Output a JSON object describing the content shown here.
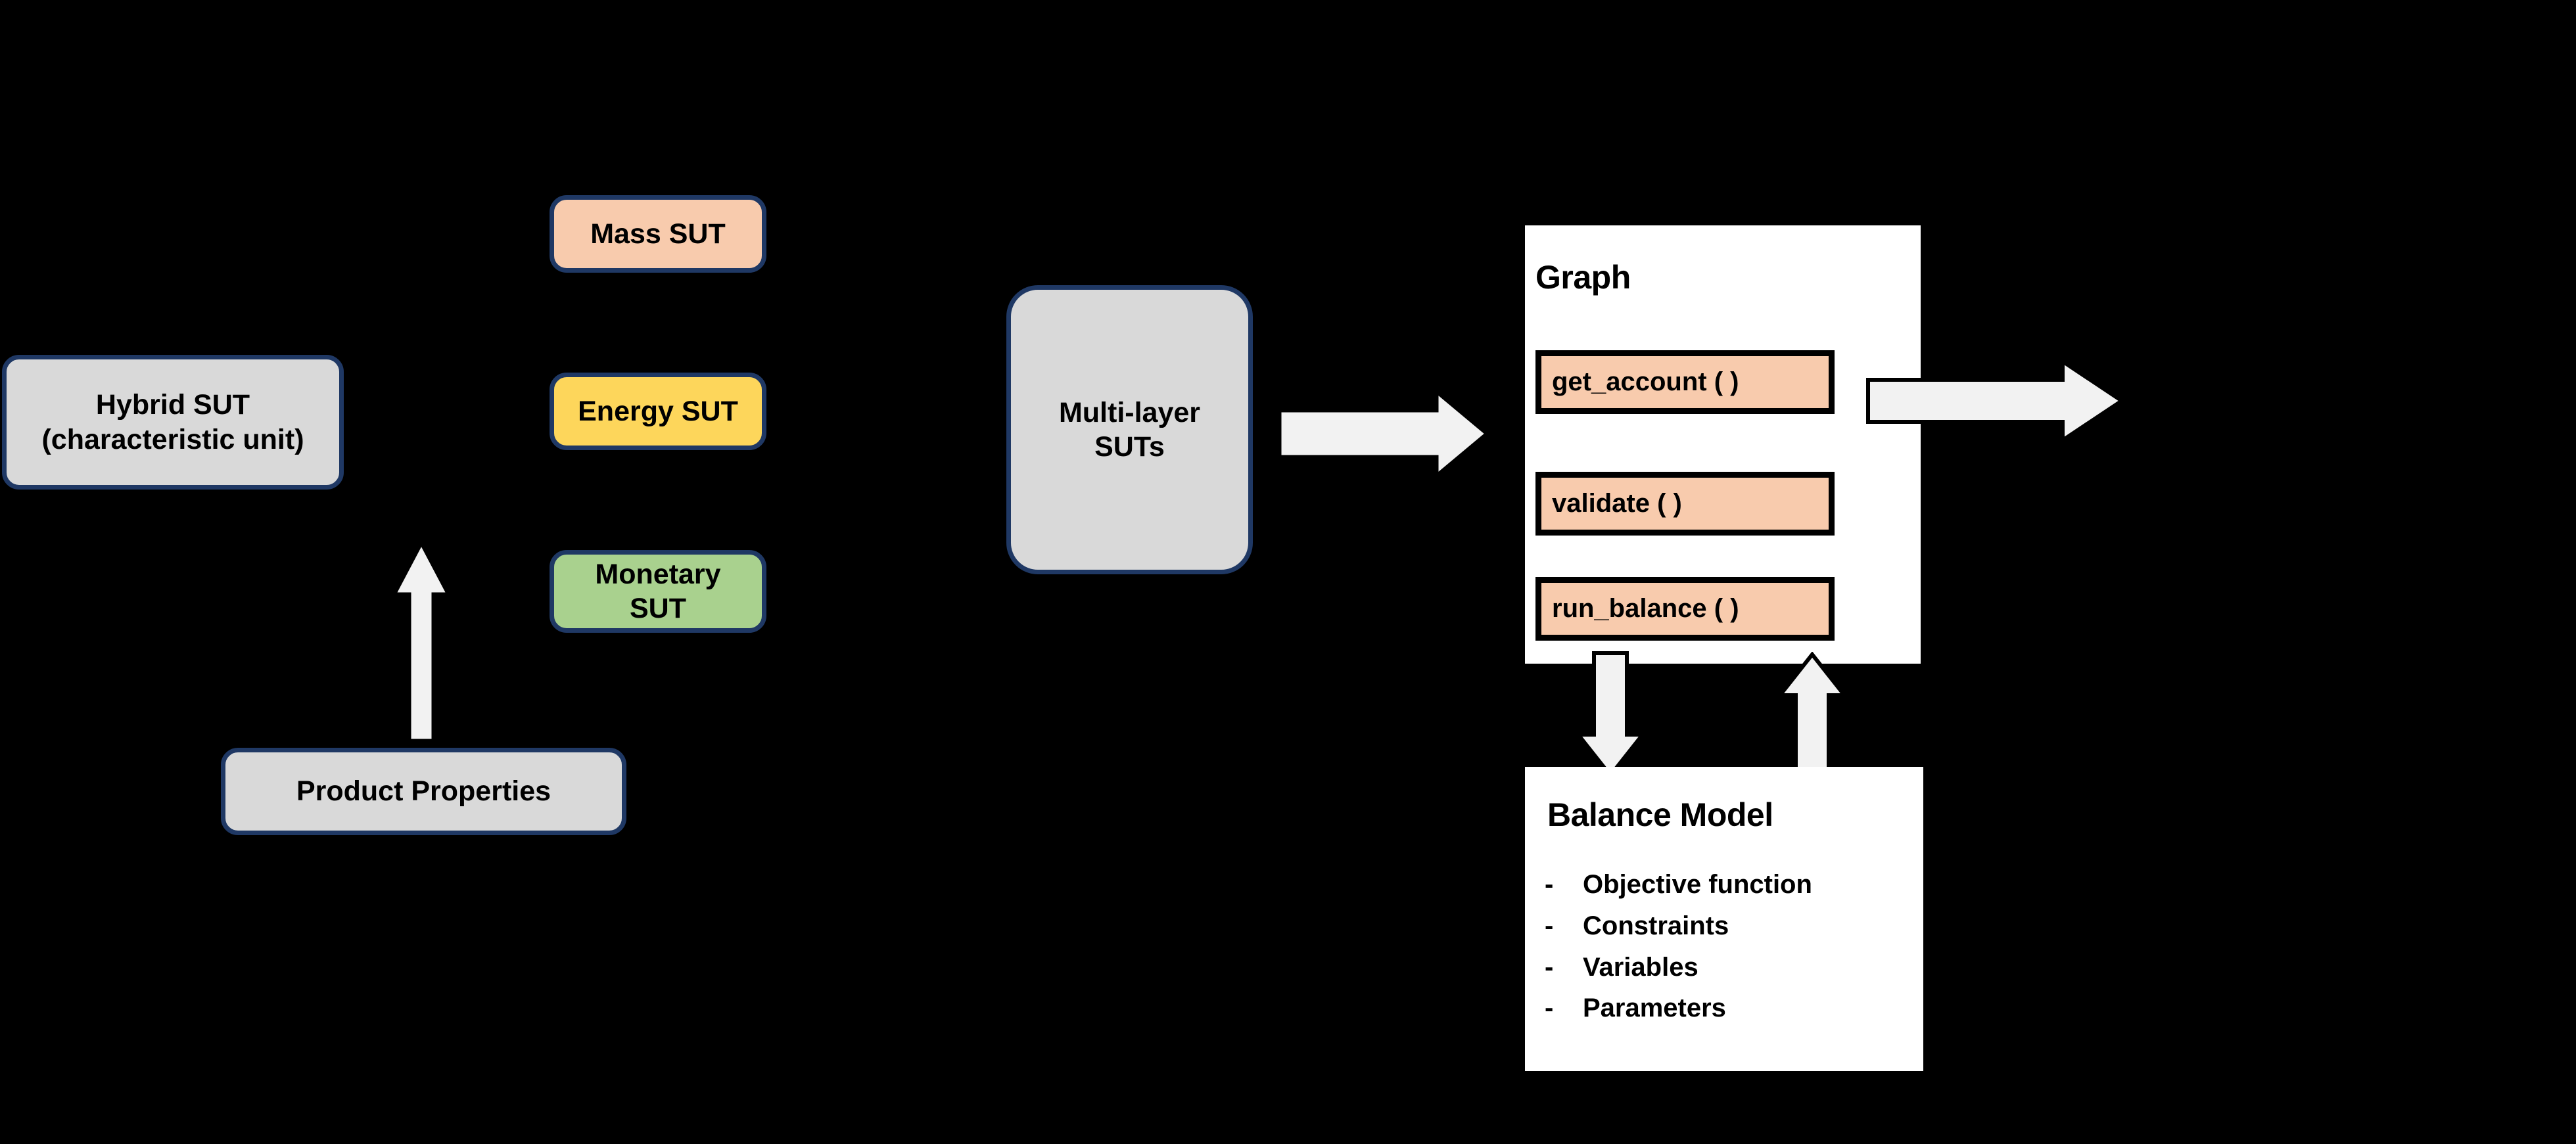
{
  "diagram": {
    "nodes": {
      "hybrid_sut": "Hybrid SUT\n(characteristic unit)",
      "hybrid_sut_line1": "Hybrid SUT",
      "hybrid_sut_line2": "(characteristic unit)",
      "mass_sut": "Mass SUT",
      "energy_sut": "Energy SUT",
      "monetary_sut_line1": "Monetary",
      "monetary_sut_line2": "SUT",
      "product_properties": "Product Properties",
      "multilayer_suts_line1": "Multi-layer",
      "multilayer_suts_line2": "SUTs"
    },
    "graph_panel": {
      "title": "Graph",
      "functions": [
        "get_account ( )",
        "validate ( )",
        "run_balance ( )"
      ]
    },
    "balance_panel": {
      "title": "Balance Model",
      "bullet_marker": "-",
      "items": [
        "Objective function",
        "Constraints",
        "Variables",
        "Parameters"
      ]
    },
    "arrows": [
      {
        "name": "product-properties-to-suts",
        "direction": "up"
      },
      {
        "name": "multilayer-suts-to-graph",
        "direction": "right"
      },
      {
        "name": "graph-to-output",
        "direction": "right"
      },
      {
        "name": "graph-to-balance-model",
        "direction": "down"
      },
      {
        "name": "balance-model-to-graph",
        "direction": "up"
      }
    ],
    "colors": {
      "background": "#000000",
      "node_border": "#1F3864",
      "grey_fill": "#D9D9D9",
      "peach_fill": "#F8CBAD",
      "yellow_fill": "#FDD65B",
      "green_fill": "#A9D18E",
      "panel_fill": "#FFFFFF",
      "arrow_fill": "#F2F2F2",
      "arrow_stroke": "#000000",
      "text": "#000000"
    }
  }
}
